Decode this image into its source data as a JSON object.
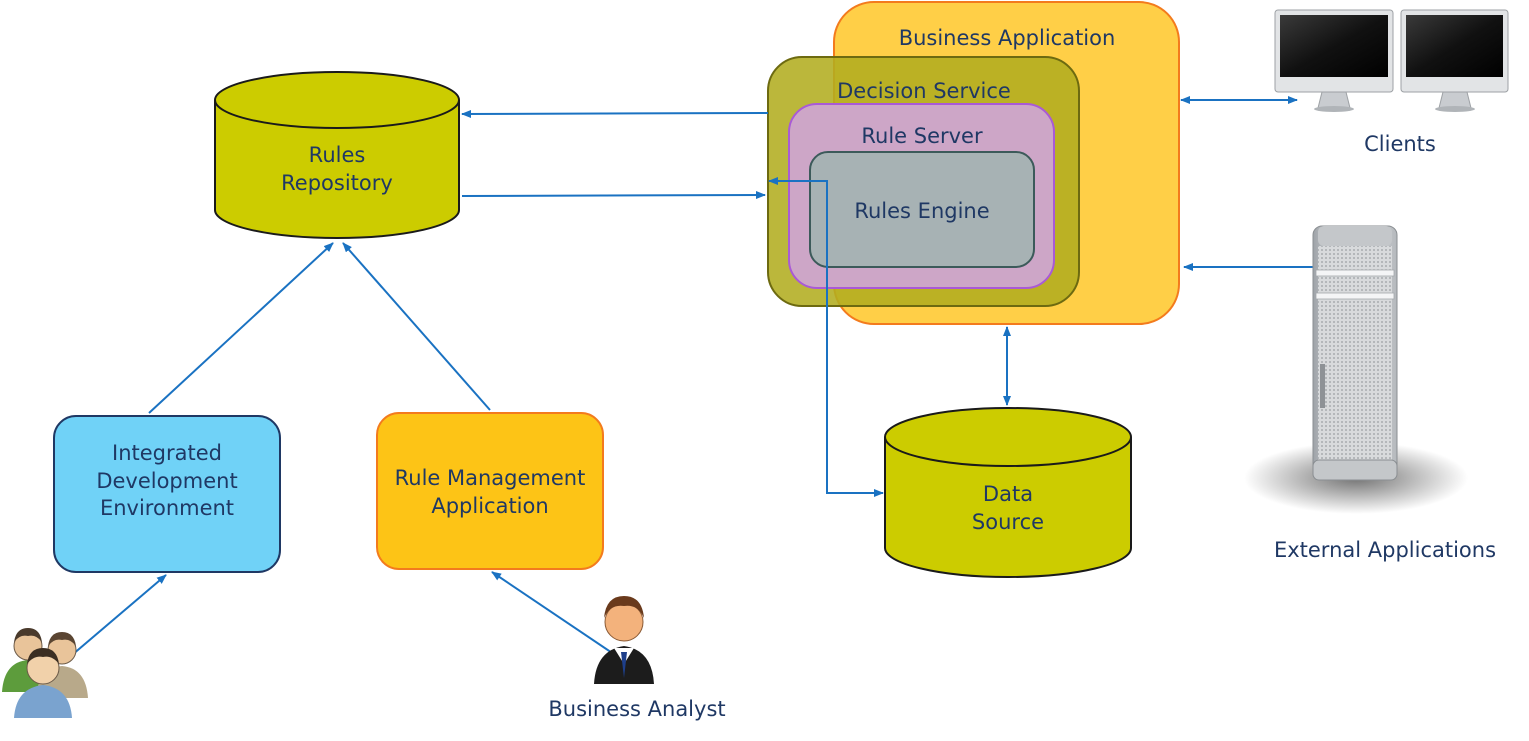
{
  "nodes": {
    "rules_repository": {
      "line1": "Rules",
      "line2": "Repository"
    },
    "ide": {
      "line1": "Integrated",
      "line2": "Development",
      "line3": "Environment"
    },
    "rule_management": {
      "line1": "Rule Management",
      "line2": "Application"
    },
    "business_application": {
      "label": "Business Application"
    },
    "decision_service": {
      "label": "Decision Service"
    },
    "rule_server": {
      "label": "Rule Server"
    },
    "rules_engine": {
      "label": "Rules Engine"
    },
    "data_source": {
      "line1": "Data",
      "line2": "Source"
    },
    "clients": {
      "label": "Clients"
    },
    "external_applications": {
      "label": "External Applications"
    },
    "business_analyst": {
      "label": "Business Analyst"
    }
  },
  "colors": {
    "cylinder": "#cccc00",
    "ide": "#70d2f7",
    "rule_management": "#fdc416",
    "business_application": "#ffcf47",
    "decision_service": "#b2ad20",
    "rule_server": "#cda6c7",
    "rules_engine": "#a7b2b4",
    "arrow": "#1a72c2",
    "text": "#1f3864"
  }
}
